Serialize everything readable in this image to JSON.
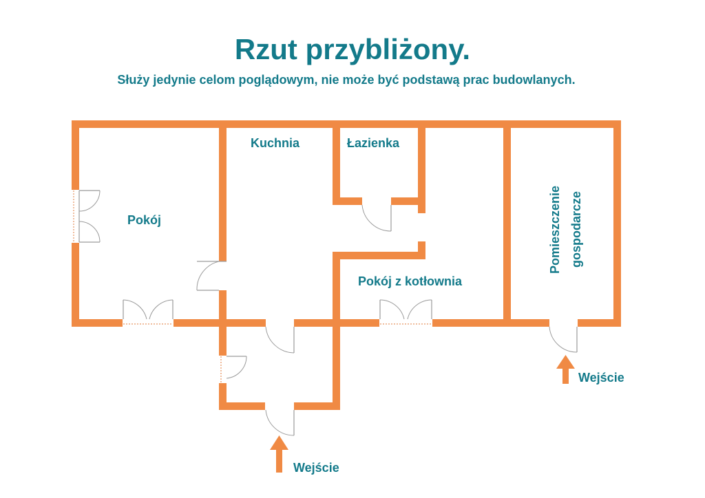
{
  "header": {
    "title": "Rzut przybliżony.",
    "subtitle": "Służy jedynie celom poglądowym, nie może być podstawą prac budowlanych."
  },
  "rooms": {
    "pokoj": "Pokój",
    "kuchnia": "Kuchnia",
    "lazienka": "Łazienka",
    "kotlownia": "Pokój z kotłownia",
    "gospodarcze_line1": "Pomieszczenie",
    "gospodarcze_line2": "gospodarcze"
  },
  "entrances": {
    "main": "Wejście",
    "utility": "Wejście"
  },
  "colors": {
    "wall": "#f08a44",
    "text": "#137a8a",
    "door": "#9a9a9a"
  }
}
